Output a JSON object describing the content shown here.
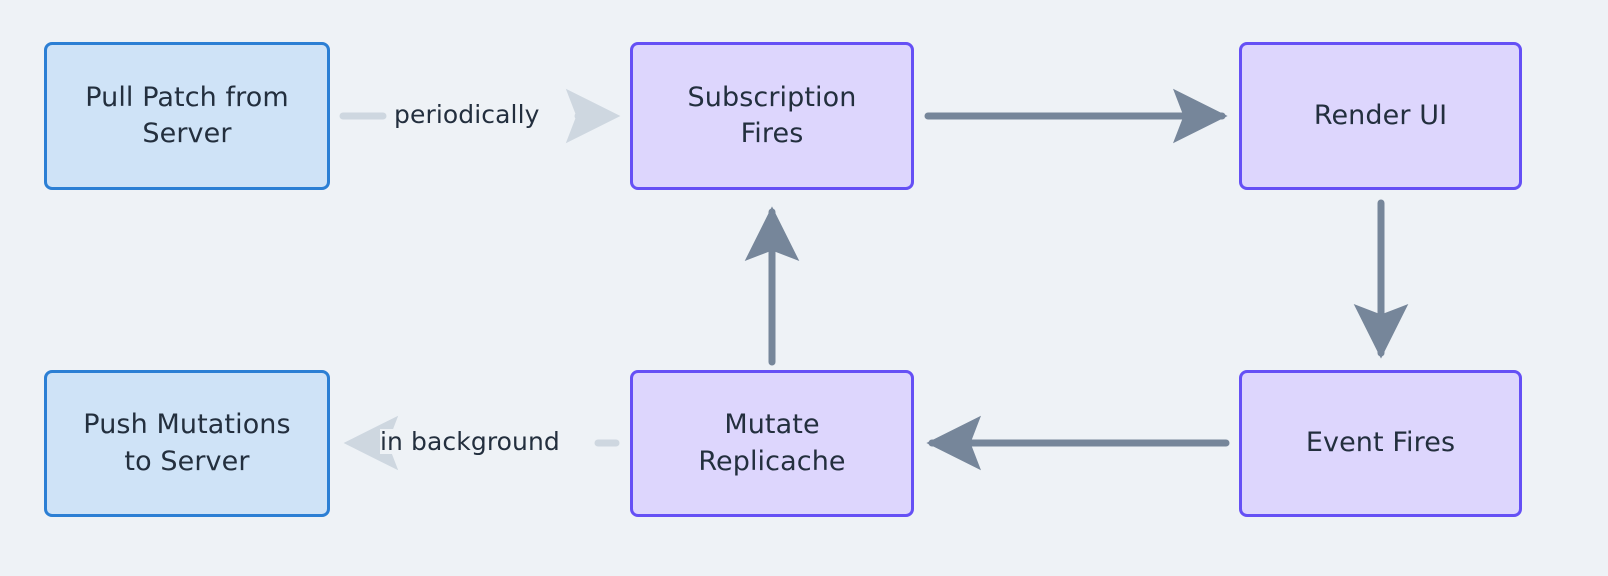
{
  "diagram": {
    "type": "flowchart",
    "background_color": "#eef2f6",
    "text_color": "#232f3e",
    "node_styles": {
      "blue": {
        "fill": "#cfe3f7",
        "stroke": "#2c7fd4"
      },
      "purple": {
        "fill": "#ddd6fd",
        "stroke": "#6550f5"
      }
    },
    "edge_styles": {
      "solid": {
        "color": "#76869a"
      },
      "dotted": {
        "color": "#ced7e0"
      }
    },
    "nodes": [
      {
        "id": "pull",
        "label": "Pull Patch from\nServer",
        "style": "blue"
      },
      {
        "id": "subscription",
        "label": "Subscription\nFires",
        "style": "purple"
      },
      {
        "id": "render",
        "label": "Render UI",
        "style": "purple"
      },
      {
        "id": "push",
        "label": "Push Mutations\nto Server",
        "style": "blue"
      },
      {
        "id": "mutate",
        "label": "Mutate\nReplicache",
        "style": "purple"
      },
      {
        "id": "event",
        "label": "Event Fires",
        "style": "purple"
      }
    ],
    "edges": [
      {
        "id": "pull-to-subscription",
        "from": "pull",
        "to": "subscription",
        "label": "periodically",
        "style": "dotted",
        "direction": "right"
      },
      {
        "id": "subscription-to-render",
        "from": "subscription",
        "to": "render",
        "label": "",
        "style": "solid",
        "direction": "right"
      },
      {
        "id": "render-to-event",
        "from": "render",
        "to": "event",
        "label": "",
        "style": "solid",
        "direction": "down"
      },
      {
        "id": "event-to-mutate",
        "from": "event",
        "to": "mutate",
        "label": "",
        "style": "solid",
        "direction": "left"
      },
      {
        "id": "mutate-to-push",
        "from": "mutate",
        "to": "push",
        "label": "in background",
        "style": "dotted",
        "direction": "left"
      },
      {
        "id": "mutate-to-subscription",
        "from": "mutate",
        "to": "subscription",
        "label": "",
        "style": "solid",
        "direction": "up"
      }
    ]
  }
}
